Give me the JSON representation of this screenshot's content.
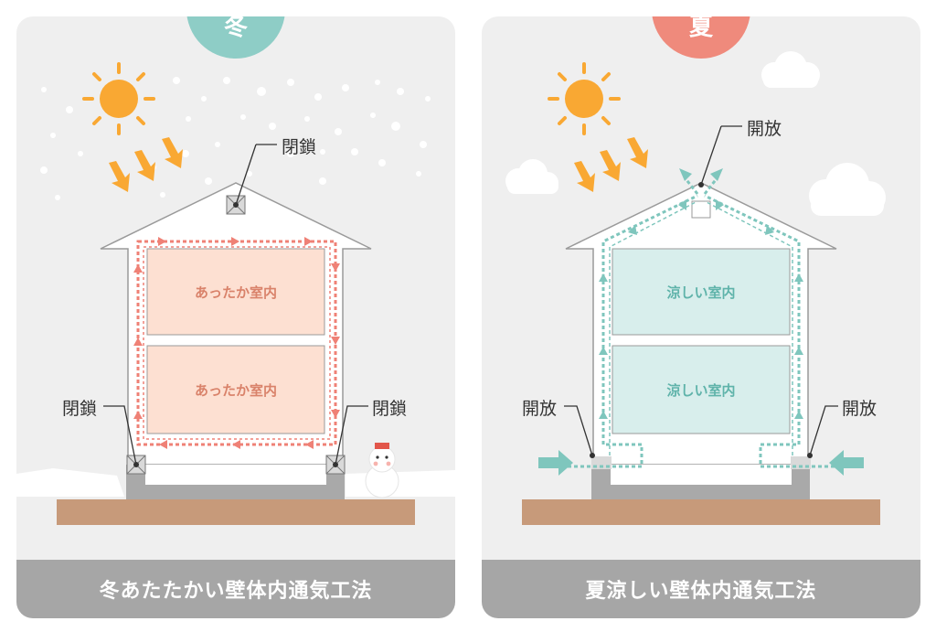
{
  "winter": {
    "season": "冬",
    "footer": "冬あたたかい壁体内通気工法",
    "room_upper": "あったか室内",
    "room_lower": "あったか室内",
    "top_label": "閉鎖",
    "left_label": "閉鎖",
    "right_label": "閉鎖",
    "accent": "#8ecdc6",
    "flow_color": "#ef8176",
    "room_color": "#fde0d2"
  },
  "summer": {
    "season": "夏",
    "footer": "夏涼しい壁体内通気工法",
    "room_upper": "涼しい室内",
    "room_lower": "涼しい室内",
    "top_label": "開放",
    "left_label": "開放",
    "right_label": "開放",
    "accent": "#ef8a7c",
    "flow_color": "#7fc6bd",
    "room_color": "#d8eeec"
  }
}
